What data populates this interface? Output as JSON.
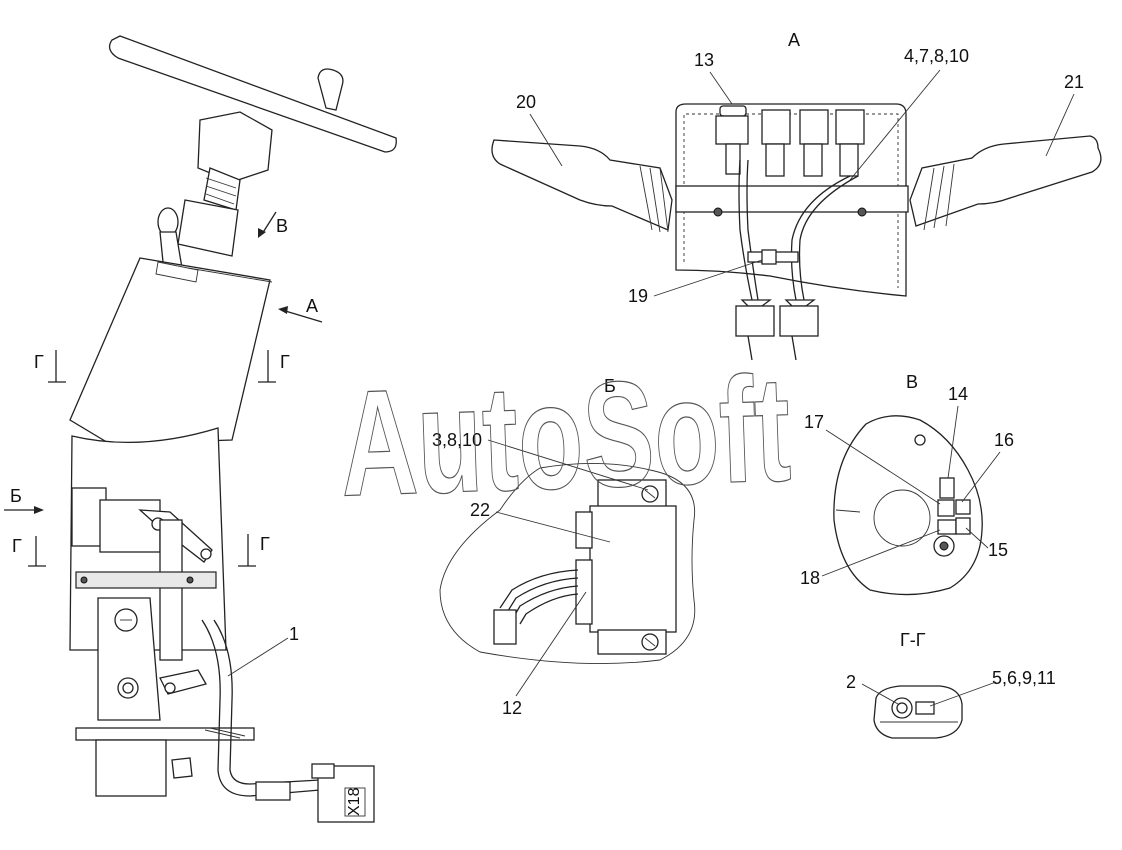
{
  "watermark": "AutoSoft",
  "views": {
    "a": "А",
    "b": "Б",
    "v": "В",
    "g_section": "Г-Г",
    "g_left_top": "Г",
    "g_right_top": "Г",
    "g_left_bottom": "Г",
    "g_right_bottom": "Г",
    "arrow_v": "В",
    "arrow_a": "А",
    "arrow_b": "Б"
  },
  "callouts": {
    "c1": "1",
    "c2": "2",
    "c12": "12",
    "c13": "13",
    "c14": "14",
    "c15": "15",
    "c16": "16",
    "c17": "17",
    "c18": "18",
    "c19": "19",
    "c20": "20",
    "c21": "21",
    "c22": "22",
    "c_4_7_8_10": "4,7,8,10",
    "c_3_8_10": "3,8,10",
    "c_5_6_9_11": "5,6,9,11"
  },
  "connector_label": "X18"
}
